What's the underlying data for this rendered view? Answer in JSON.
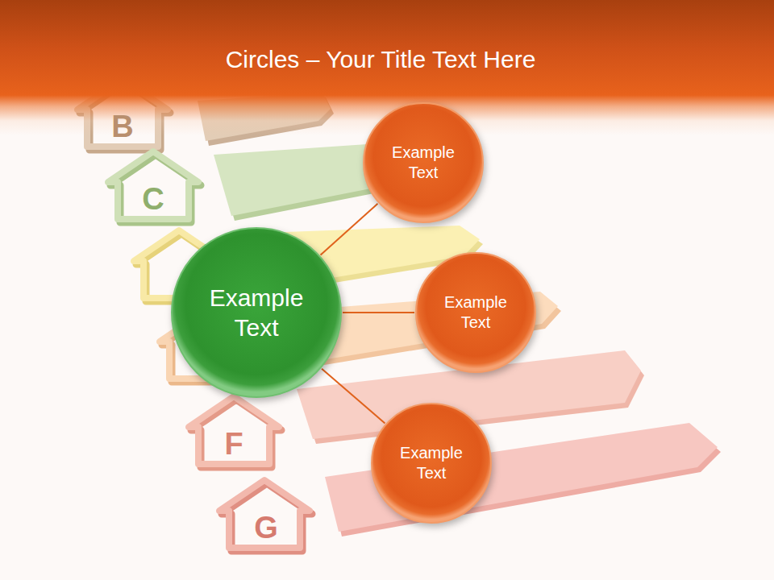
{
  "diagram": {
    "title": "Circles – Your Title Text Here",
    "nodes": [
      {
        "text": [
          "Example Text"
        ]
      },
      {
        "text": [
          "Example Text"
        ]
      },
      {
        "text": [
          "Example Text"
        ]
      },
      {
        "text": [
          "Example Text"
        ]
      }
    ],
    "edges": [
      {
        "from": 0,
        "to": 1,
        "arrow": "none"
      },
      {
        "from": 0,
        "to": 2,
        "arrow": "none"
      },
      {
        "from": 0,
        "to": 3,
        "arrow": "none"
      }
    ],
    "labels": [
      "B",
      "C",
      "F",
      "G"
    ]
  }
}
